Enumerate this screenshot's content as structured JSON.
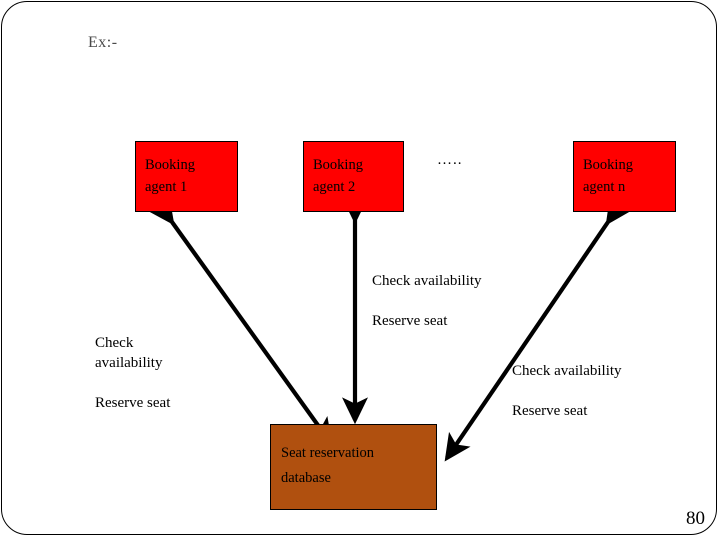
{
  "slide": {
    "intro_label": "Ex:-",
    "page_number": "80",
    "background_color": "#FFFFFF",
    "border_color": "#000000"
  },
  "diagram": {
    "type": "flow-diagram",
    "agent_box_color": "#FF0000",
    "database_box_color": "#B0500F",
    "arrow_color": "#000000",
    "agents": [
      {
        "id": "agent-1",
        "label": "Booking\nagent 1"
      },
      {
        "id": "agent-2",
        "label": "Booking\nagent 2"
      },
      {
        "id": "agent-n",
        "label": "Booking\nagent n"
      }
    ],
    "ellipsis": "…..",
    "database": {
      "id": "seat-reservation-database",
      "label": "Seat reservation\ndatabase"
    },
    "captions": [
      {
        "id": "caption-center",
        "text": "Check availability\n\nReserve seat"
      },
      {
        "id": "caption-left",
        "text": "Check\n  availability\n\nReserve seat"
      },
      {
        "id": "caption-right",
        "text": "Check availability\n\nReserve seat"
      }
    ],
    "connections": [
      {
        "from": "agent-1",
        "to": "seat-reservation-database",
        "style": "double-headed-arrow"
      },
      {
        "from": "agent-2",
        "to": "seat-reservation-database",
        "style": "double-headed-arrow"
      },
      {
        "from": "agent-n",
        "to": "seat-reservation-database",
        "style": "double-headed-arrow"
      }
    ]
  }
}
